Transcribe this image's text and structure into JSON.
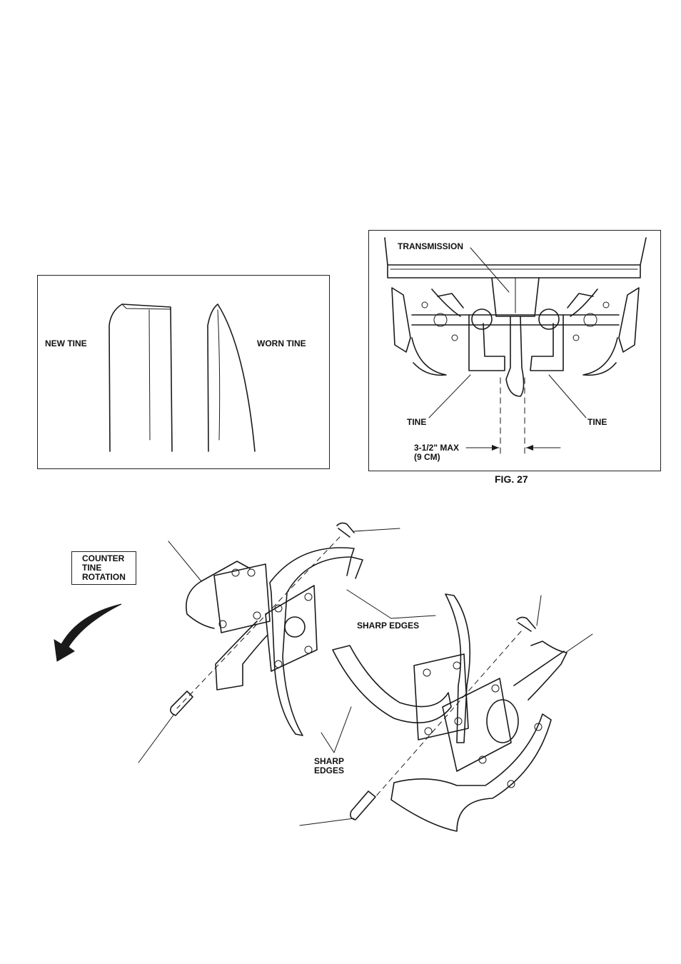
{
  "tine_wear": {
    "new_label": "NEW TINE",
    "worn_label": "WORN TINE"
  },
  "fig27": {
    "transmission_label": "TRANSMISSION",
    "left_tine_label": "TINE",
    "right_tine_label": "TINE",
    "gap_label_line1": "3-1/2\" MAX",
    "gap_label_line2": "(9 CM)",
    "caption": "FIG. 27"
  },
  "assembly": {
    "rotation_label": [
      "COUNTER",
      "TINE",
      "ROTATION"
    ],
    "sharp_edges_upper": "SHARP EDGES",
    "sharp_edges_lower": [
      "SHARP",
      "EDGES"
    ]
  }
}
